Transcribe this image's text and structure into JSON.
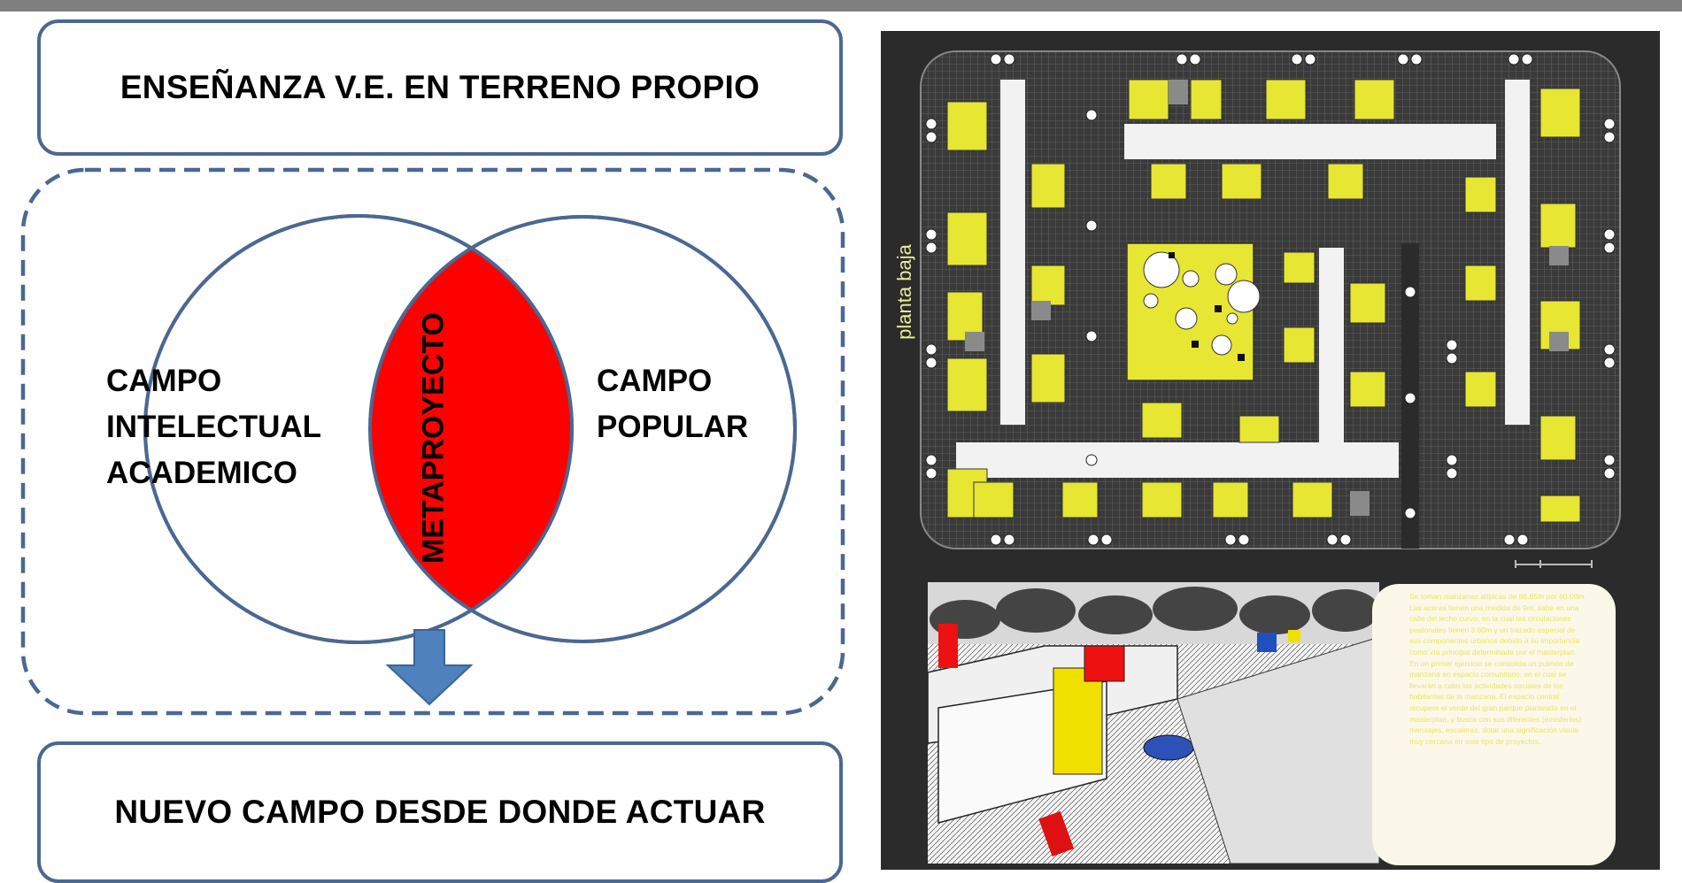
{
  "title": "ENSEÑANZA  V.E.  EN TERRENO PROPIO",
  "venn": {
    "left_label": "CAMPO\nINTELECTUAL\nACADEMICO",
    "right_label": "CAMPO\nPOPULAR",
    "intersection_label": "METAPROYECTO"
  },
  "result": "NUEVO CAMPO DESDE DONDE ACTUAR",
  "image": {
    "plan_label": "planta baja",
    "description_text": "Se toman manzanas atípicas de 86.65m por 60.00m. Las aceras tienen una medida de 9m, sabe en una calle del lecho curvo, en la cual las circulaciones peatonales tienen 3.60m y un trazado especial de sus componentes urbanos debido a su importancia como vía principal determinada por el masterplan. En un primer ejercicio se consolida un pulmón de manzana en espacio comunitario, en el cual se llevarán a cabo las actividades sociales de los habitantes de la manzana. El espacio central recupera el verde del gran parque planteado en el masterplan, y busca con sus diferentes (emisferios) mensajes, escaleras, dotar una significación visual muy cercana en este tipo de proyectos."
  },
  "colors": {
    "box_border": "#4a6891",
    "intersection_fill": "#ff0000",
    "arrow_fill": "#4f81bd",
    "plan_yellow": "#e6e633",
    "top_bar": "#7f7f7f"
  }
}
